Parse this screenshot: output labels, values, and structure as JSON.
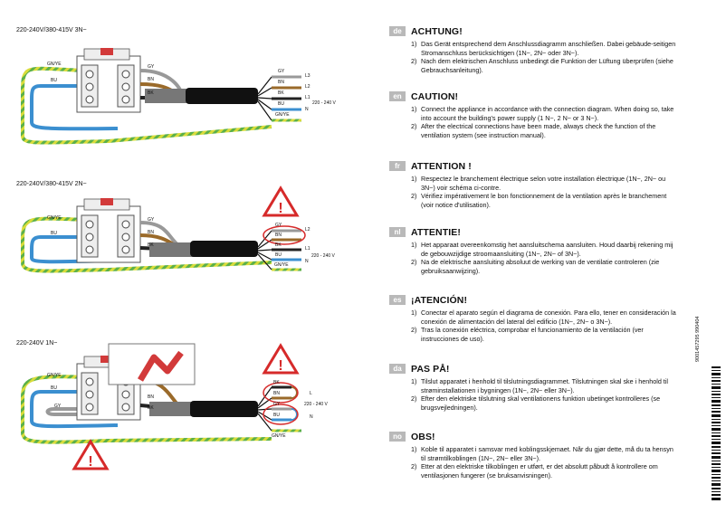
{
  "diagrams": [
    {
      "title": "220-240V/380-415V 3N~",
      "left_labels": [
        "GN/YE",
        "BU"
      ],
      "right_labels": [
        "GY",
        "BN",
        "BK"
      ],
      "wire_labels": [
        "GY",
        "BN",
        "BK",
        "BU",
        "GN/YE"
      ],
      "terminals": [
        "L3",
        "L2",
        "L1",
        "N"
      ],
      "voltage": "220 - 240 V"
    },
    {
      "title": "220-240V/380-415V 2N~",
      "left_labels": [
        "GN/YE",
        "BU"
      ],
      "right_labels": [
        "GY",
        "BN",
        "BK"
      ],
      "wire_labels": [
        "GY",
        "BN",
        "BK",
        "BU",
        "GN/YE"
      ],
      "terminals": [
        "L2",
        "L1",
        "N"
      ],
      "voltage": "220 - 240 V"
    },
    {
      "title": "220-240V 1N~",
      "left_labels": [
        "GN/YE",
        "BU",
        "GY"
      ],
      "right_labels": [
        "BN",
        "BK"
      ],
      "wire_labels": [
        "BK",
        "BN",
        "GY",
        "BU",
        "GN/YE"
      ],
      "terminals": [
        "L",
        "N"
      ],
      "voltage": "220 - 240 V"
    }
  ],
  "sections": [
    {
      "code": "de",
      "title": "ACHTUNG!",
      "items": [
        "Das Gerät entsprechend dem Anschlussdiagramm anschließen. Dabei gebäude-seitigen Stromanschluss berücksichtigen (1N~, 2N~ oder 3N~).",
        "Nach dem elektrischen Anschluss unbedingt die Funktion der Lüftung überprüfen (siehe Gebrauchsanleitung)."
      ]
    },
    {
      "code": "en",
      "title": "CAUTION!",
      "items": [
        "Connect the appliance in accordance with the connection diagram. When doing so, take into account the building's power supply (1 N~, 2 N~ or 3 N~).",
        "After the electrical connections have been made, always check the function of the ventilation system (see instruction manual)."
      ]
    },
    {
      "code": "fr",
      "title": "ATTENTION !",
      "items": [
        "Respectez le branchement électrique selon votre installation électrique (1N~, 2N~ ou 3N~) voir schéma ci-contre.",
        "Vérifiez impérativement le bon fonctionnement de la ventilation après le branchement (voir notice d'utilisation)."
      ]
    },
    {
      "code": "nl",
      "title": "ATTENTIE!",
      "items": [
        "Het apparaat overeenkomstig het aansluitschema aansluiten. Houd daarbij rekening mij de gebouwzijdige stroomaansluiting (1N~, 2N~ of 3N~).",
        "Na de elektrische aansluiting absoluut de werking van de ventilatie controleren (zie gebruiksaanwijzing)."
      ]
    },
    {
      "code": "es",
      "title": "¡ATENCIÓN!",
      "items": [
        "Conectar el aparato según el diagrama de conexión. Para ello, tener en consideración la conexión de alimentación del lateral del edificio (1N~, 2N~ o 3N~).",
        "Tras la conexión eléctrica, comprobar el funcionamiento de la ventilación (ver instrucciones de uso)."
      ]
    },
    {
      "code": "da",
      "title": "PAS PÅ!",
      "items": [
        "Tilslut apparatet i henhold til tilslutningsdiagrammet. Tilslutningen skal ske i henhold til strøminstallationen i bygningen (1N~, 2N~ eller 3N~).",
        "Efter den elektriske tilslutning skal ventilationens funktion ubetinget kontrolleres (se brugsvejledningen)."
      ]
    },
    {
      "code": "no",
      "title": "OBS!",
      "items": [
        "Koble til apparatet i samsvar med koblingsskjemaet. Når du gjør dette, må du ta hensyn til strømtilkoblingen (1N~, 2N~ eller 3N~).",
        "Etter at den elektriske tilkoblingen er utført, er det absolutt påbudt å kontrollere om ventilasjonen fungerer (se bruksanvisningen)."
      ]
    }
  ],
  "doc_number": "9001457295 990404"
}
